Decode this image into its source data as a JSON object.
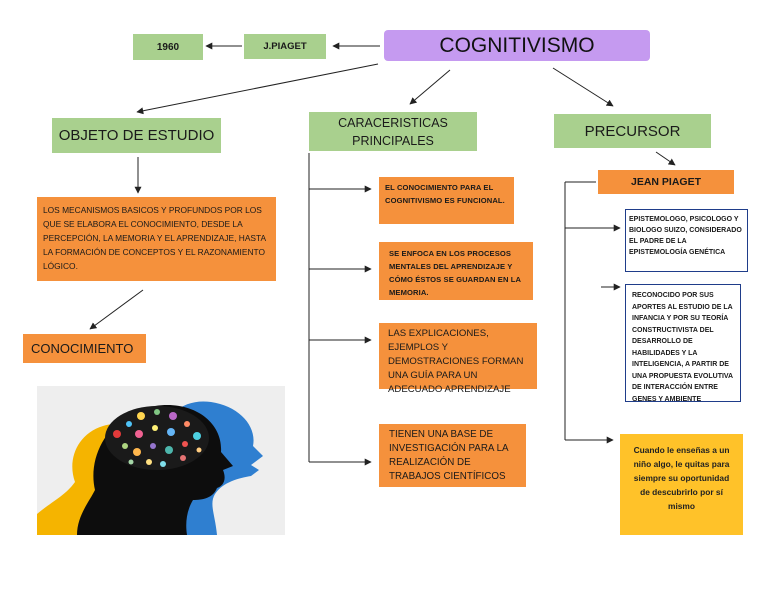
{
  "diagram": {
    "title": "COGNITIVISMO",
    "author": "J.PIAGET",
    "year": "1960",
    "branches": {
      "objeto": {
        "heading": "OBJETO DE ESTUDIO",
        "description": "LOS MECANISMOS BASICOS Y PROFUNDOS POR LOS QUE SE ELABORA EL CONOCIMIENTO, DESDE LA PERCEPCIÓN, LA MEMORIA Y EL APRENDIZAJE, HASTA LA FORMACIÓN DE CONCEPTOS Y EL RAZONAMIENTO LÓGICO.",
        "result": "CONOCIMIENTO"
      },
      "caracteristicas": {
        "heading": "CARACERISTICAS PRINCIPALES",
        "items": [
          "EL CONOCIMIENTO PARA EL COGNITIVISMO ES FUNCIONAL.",
          "SE ENFOCA EN LOS PROCESOS MENTALES DEL APRENDIZAJE Y CÓMO ÉSTOS SE GUARDAN EN LA MEMORIA.",
          "LAS EXPLICACIONES, EJEMPLOS Y DEMOSTRACIONES FORMAN UNA GUÍA PARA UN ADECUADO APRENDIZAJE",
          "TIENEN UNA BASE DE INVESTIGACIÓN PARA LA REALIZACIÓN DE TRABAJOS CIENTÍFICOS"
        ]
      },
      "precursor": {
        "heading": "PRECURSOR",
        "name": "JEAN PIAGET",
        "details": [
          "EPISTEMOLOGO, PSICOLOGO Y BIOLOGO SUIZO, CONSIDERADO EL PADRE DE LA EPISTEMOLOGÍA GENÉTICA",
          "RECONOCIDO POR SUS APORTES AL ESTUDIO DE LA INFANCIA Y POR SU TEORÍA CONSTRUCTIVISTA DEL DESARROLLO DE HABILIDADES Y LA INTELIGENCIA, A PARTIR DE UNA PROPUESTA EVOLUTIVA DE INTERACCIÓN ENTRE GENES Y AMBIENTE"
        ],
        "quote": "Cuando le enseñas a un niño algo, le quitas para siempre su oportunidad de descubrirlo por sí mismo"
      }
    },
    "colors": {
      "title_bg": "#c59af0",
      "heading_bg": "#a9d08e",
      "content_bg": "#f5913c",
      "quote_bg": "#ffc229",
      "border_blue": "#1f3d8a"
    }
  }
}
